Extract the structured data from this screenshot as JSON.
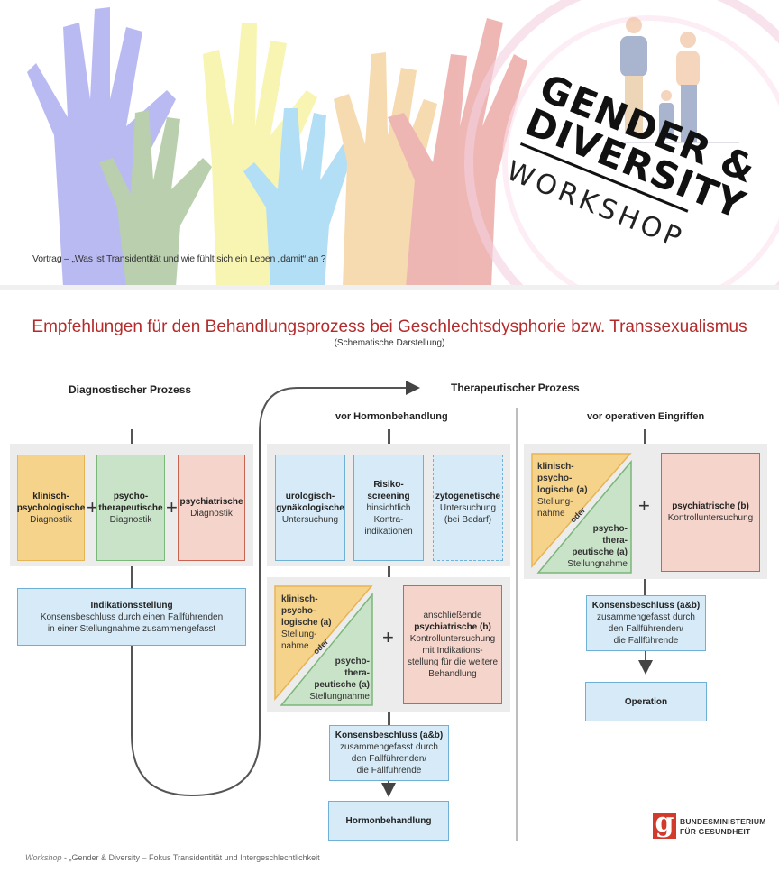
{
  "banner": {
    "caption": "Vortrag – „Was ist Transidentität  und wie fühlt sich ein Leben „damit“ an ?",
    "logo_line1": "GENDER &",
    "logo_line2": "DIVERSITY",
    "logo_line3": "WORKSHOP",
    "hand_colors": [
      "#a9a9ef",
      "#a8c49a",
      "#f7f29e",
      "#9fd8f3",
      "#f4d19d",
      "#eba5a1"
    ]
  },
  "diagram": {
    "title": "Empfehlungen für den Behandlungsprozess bei Geschlechtsdysphorie bzw. Transsexualismus",
    "subtitle": "(Schematische Darstellung)",
    "diagnostic": {
      "heading": "Diagnostischer Prozess",
      "boxes": [
        {
          "bold": "klinisch-\npsychologische",
          "text": "Diagnostik"
        },
        {
          "bold": "psycho-\ntherapeutische",
          "text": "Diagnostik"
        },
        {
          "bold": "psychiatrische",
          "text": "Diagnostik"
        }
      ],
      "plus": "+",
      "indication": {
        "bold": "Indikationsstellung",
        "line1": "Konsensbeschluss durch einen Fallführenden",
        "line2": "in einer Stellungnahme zusammengefasst"
      }
    },
    "therapeutic": {
      "heading": "Therapeutischer Prozess",
      "hormone": {
        "heading": "vor Hormonbehandlung",
        "boxes": [
          {
            "bold": "urologisch-\ngynäkologische",
            "text": "Untersuchung"
          },
          {
            "bold": "Risiko-\nscreening",
            "text": "hinsichtlich\nKontra-\nindikationen"
          },
          {
            "bold": "zytogenetische",
            "text": "Untersuchung\n(bei Bedarf)"
          }
        ],
        "tri_a_bold": "klinisch-\npsycho-\nlogische (a)",
        "tri_a_text": "Stellung-\nnahme",
        "tri_b_bold": "psycho-\nthera-\npeutische (a)",
        "tri_b_text": "Stellungnahme",
        "oder": "oder",
        "psych_pre": "anschließende",
        "psych_bold": "psychiatrische (b)",
        "psych_text": "Kontrolluntersuchung\nmit Indikations-\nstellung für die weitere\nBehandlung",
        "consensus_bold": "Konsensbeschluss (a&b)",
        "consensus_text": "zusammengefasst durch\nden Fallführenden/\ndie Fallführende",
        "result": "Hormonbehandlung"
      },
      "surgery": {
        "heading": "vor operativen Eingriffen",
        "tri_a_bold": "klinisch-\npsycho-\nlogische (a)",
        "tri_a_text": "Stellung-\nnahme",
        "tri_b_bold": "psycho-\nthera-\npeutische (a)",
        "tri_b_text": "Stellungnahme",
        "oder": "oder",
        "psych_bold": "psychiatrische (b)",
        "psych_text": "Kontrolluntersuchung",
        "consensus_bold": "Konsensbeschluss (a&b)",
        "consensus_text": "zusammengefasst durch\nden Fallführenden/\ndie Fallführende",
        "result": "Operation"
      }
    }
  },
  "footer": {
    "workshop_italic": "Workshop",
    "text": " - „Gender & Diversity – Fokus Transidentität und Intergeschlechtlichkeit",
    "ministry_logo_glyph": "g",
    "ministry_line1": "BUNDESMINISTERIUM",
    "ministry_line2": "FÜR GESUNDHEIT"
  }
}
